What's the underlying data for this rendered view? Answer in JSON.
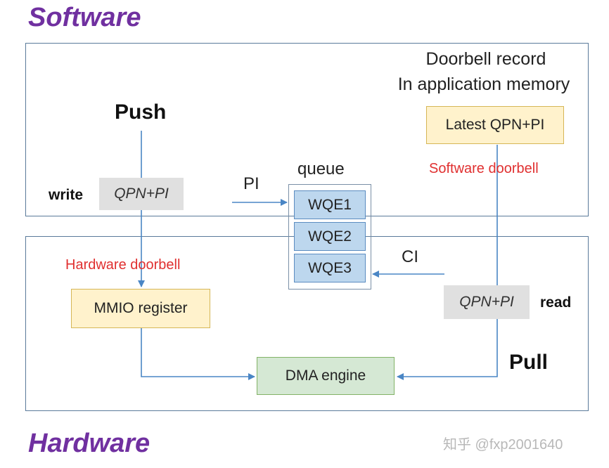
{
  "regions": {
    "software_title": "Software",
    "hardware_title": "Hardware"
  },
  "labels": {
    "push": "Push",
    "pull": "Pull",
    "write": "write",
    "read": "read",
    "pi": "PI",
    "ci": "CI",
    "queue": "queue",
    "hardware_doorbell": "Hardware doorbell",
    "software_doorbell": "Software doorbell",
    "doorbell_record_line1": "Doorbell record",
    "doorbell_record_line2": "In application memory"
  },
  "boxes": {
    "qpn_pi_write": "QPN+PI",
    "qpn_pi_read": "QPN+PI",
    "latest_qpn_pi": "Latest QPN+PI",
    "mmio_register": "MMIO register",
    "dma_engine": "DMA engine"
  },
  "queue_items": [
    "WQE1",
    "WQE2",
    "WQE3"
  ],
  "watermark": "知乎 @fxp2001640",
  "colors": {
    "region_title": "#7030a0",
    "doorbell_label": "#e03030",
    "arrow": "#4a86c5",
    "wqe_fill": "#bdd7ee",
    "yellow_fill": "#fff2cc",
    "green_fill": "#d5e8d4",
    "grey_fill": "#e0e0e0"
  }
}
